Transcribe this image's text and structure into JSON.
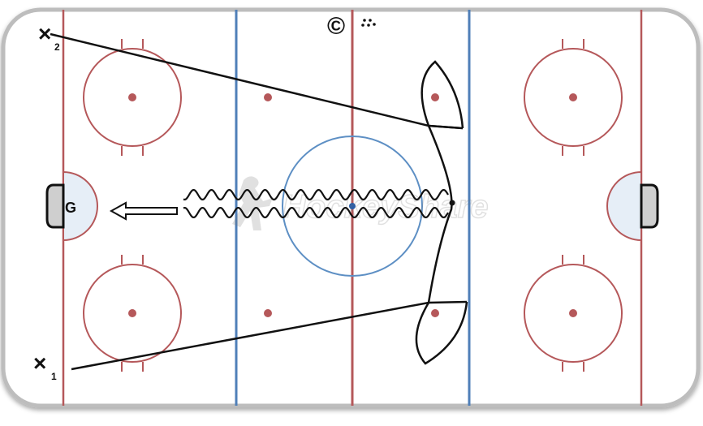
{
  "diagram": {
    "coach_symbol": "©",
    "goalie_label": "G",
    "player_top": {
      "symbol": "×",
      "number": "2"
    },
    "player_bottom": {
      "symbol": "×",
      "number": "1"
    },
    "watermark_text": "HockeyShare"
  },
  "colors": {
    "board": "#bdbdbd",
    "red_line": "#b5585a",
    "blue_line": "#4f7fb8",
    "center_circle": "#5d8fc4",
    "crease_fill": "#e6eef7",
    "ink": "#111111"
  }
}
